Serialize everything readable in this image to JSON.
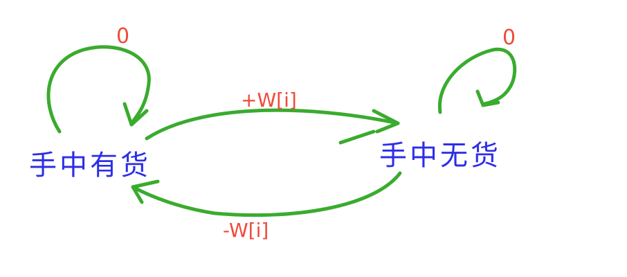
{
  "states": {
    "holding": {
      "label": "手中有货"
    },
    "empty": {
      "label": "手中无货"
    }
  },
  "transitions": {
    "sell": {
      "label": "+W[i]"
    },
    "buy": {
      "label": "-W[i]"
    },
    "holding_self": {
      "label": "0"
    },
    "empty_self": {
      "label": "0"
    }
  },
  "colors": {
    "state_text": "#2e2ee6",
    "edge_text": "#f04a3a",
    "arrow": "#3aab2e"
  }
}
